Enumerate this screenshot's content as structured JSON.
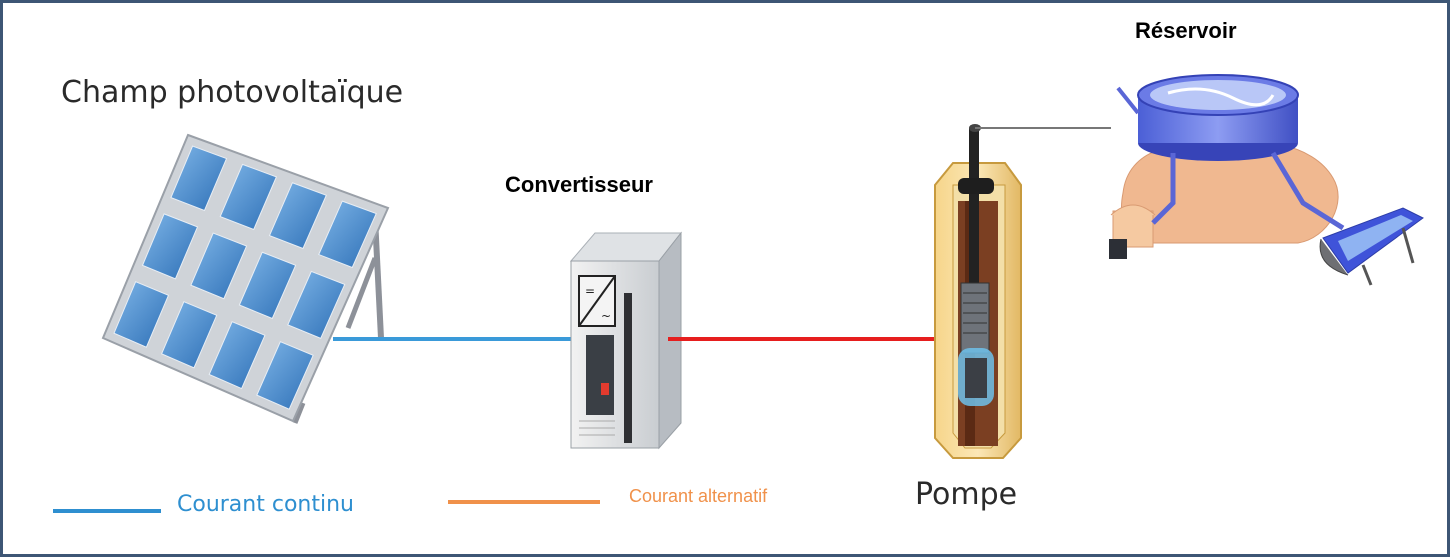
{
  "labels": {
    "solar_field": "Champ photovoltaïque",
    "converter": "Convertisseur",
    "reservoir": "Réservoir",
    "pump": "Pompe"
  },
  "legend": {
    "dc": {
      "label": "Courant continu",
      "color": "#2e8fd0"
    },
    "ac": {
      "label": "Courant alternatif",
      "color": "#f0914a"
    }
  },
  "colors": {
    "dc_wire": "#3a9ad9",
    "ac_wire": "#e61e1e",
    "frame": "#3d5675"
  },
  "icons": [
    "solar-panel-icon",
    "converter-cabinet-icon",
    "borehole-pump-icon",
    "reservoir-icon"
  ]
}
